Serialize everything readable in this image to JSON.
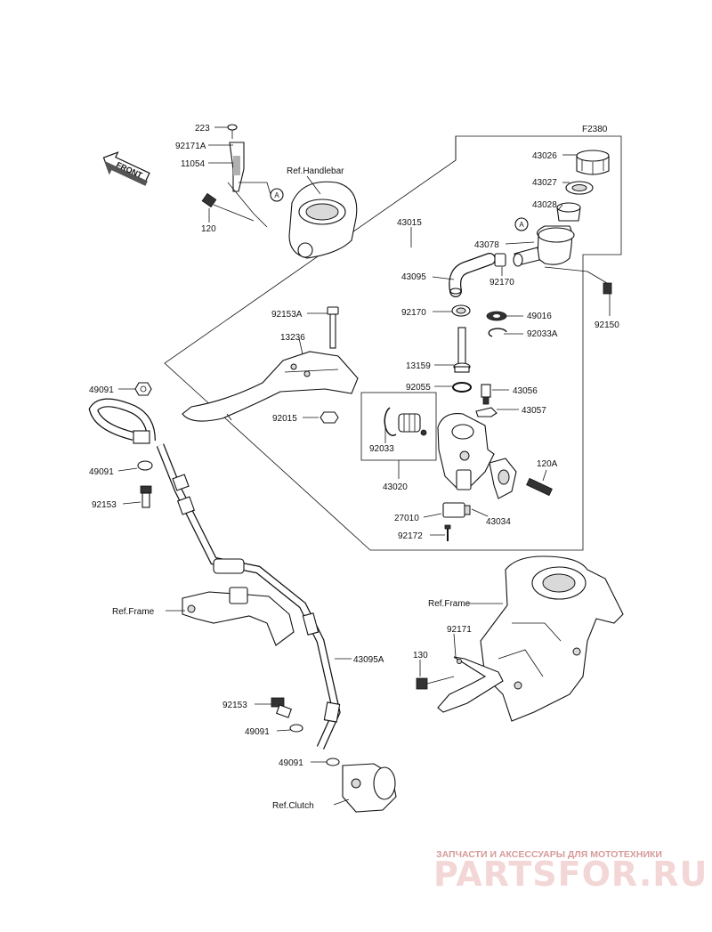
{
  "diagram_code": "F2380",
  "front_label": "FRONT",
  "callout_marker": "A",
  "ref_labels": {
    "handlebar": "Ref.Handlebar",
    "frame_left": "Ref.Frame",
    "frame_right": "Ref.Frame",
    "clutch": "Ref.Clutch"
  },
  "part_numbers": {
    "p223": "223",
    "p92171A": "92171A",
    "p11054": "11054",
    "p120": "120",
    "p43015": "43015",
    "p43026": "43026",
    "p43027": "43027",
    "p43028": "43028",
    "p43078": "43078",
    "p43095": "43095",
    "p92170a": "92170",
    "p92150": "92150",
    "p92153A": "92153A",
    "p92170b": "92170",
    "p49016": "49016",
    "p92033A": "92033A",
    "p13236": "13236",
    "p13159": "13159",
    "p92055": "92055",
    "p43056": "43056",
    "p43057": "43057",
    "p49091a": "49091",
    "p92015": "92015",
    "p92033": "92033",
    "p120A": "120A",
    "p49091b": "49091",
    "p92153a": "92153",
    "p43020": "43020",
    "p27010": "27010",
    "p43034": "43034",
    "p92172": "92172",
    "p92171": "92171",
    "p130": "130",
    "p43095A": "43095A",
    "p92153b": "92153",
    "p49091c": "49091",
    "p49091d": "49091"
  },
  "watermark": {
    "tagline": "ЗАПЧАСТИ И АКСЕССУАРЫ ДЛЯ МОТОТЕХНИКИ",
    "brand": "PARTSFOR.RU"
  }
}
